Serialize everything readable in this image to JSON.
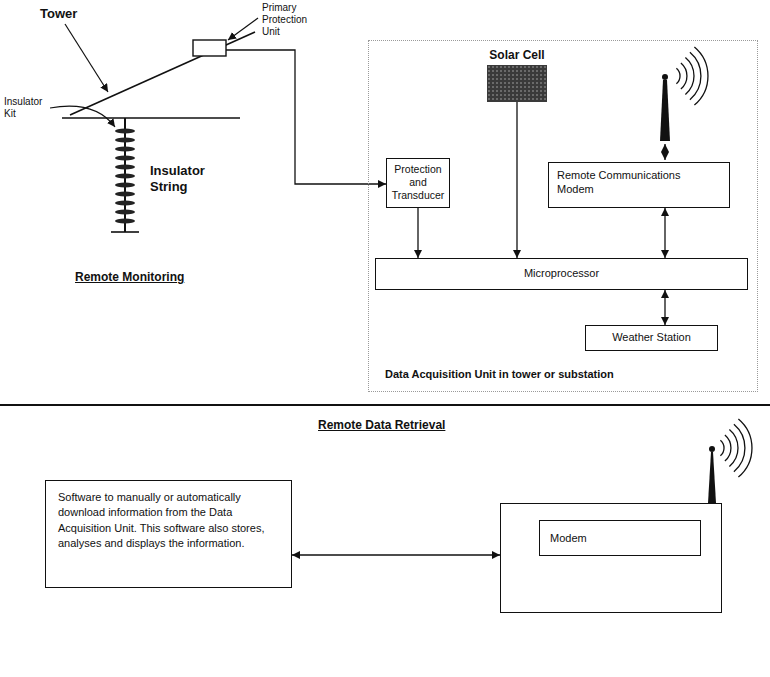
{
  "diagram": {
    "nodes": [
      {
        "text": [
          "Data Acquisition Unit in tower or substation"
        ]
      },
      {
        "text": [
          "Solar Cell"
        ],
        "in": 0
      },
      {
        "text": [
          "Protection and Transducer"
        ],
        "in": 0
      },
      {
        "text": [
          "Remote Communications Modem"
        ],
        "in": 0
      },
      {
        "text": [
          "Microprocessor"
        ],
        "in": 0
      },
      {
        "text": [
          "Weather Station"
        ],
        "in": 0
      },
      {
        "text": [
          "Software to manually or automatically download information from the Data Acquisition Unit. This software also stores, analyses and displays the information."
        ]
      },
      {
        "text": [
          "Modem"
        ]
      }
    ],
    "edges": [
      {
        "from": 2,
        "to": 4,
        "arrow": "to"
      },
      {
        "from": 1,
        "to": 4,
        "arrow": "to"
      },
      {
        "from": 3,
        "to": 4,
        "arrow": "both"
      },
      {
        "from": 4,
        "to": 5,
        "arrow": "both"
      },
      {
        "from": 6,
        "to": 7,
        "arrow": "both"
      }
    ],
    "labels": [
      "Tower",
      "Primary Protection Unit",
      "Insulator Kit",
      "Insulator String",
      "Remote Monitoring",
      "Remote Data Retrieval"
    ]
  }
}
